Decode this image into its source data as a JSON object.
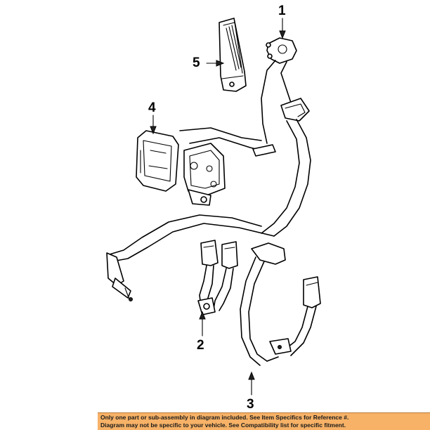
{
  "callouts": {
    "c1": "1",
    "c2": "2",
    "c3": "3",
    "c4": "4",
    "c5": "5"
  },
  "footer": {
    "line1": "Only one part or sub-assembly in diagram included. See Item Specifics for Reference #.",
    "line2": "Diagram may not be specific to your vehicle. See Compatibility list for specific fitment."
  },
  "colors": {
    "footer_background": "#f7b267",
    "line_art": "#000000",
    "background": "#ffffff"
  }
}
